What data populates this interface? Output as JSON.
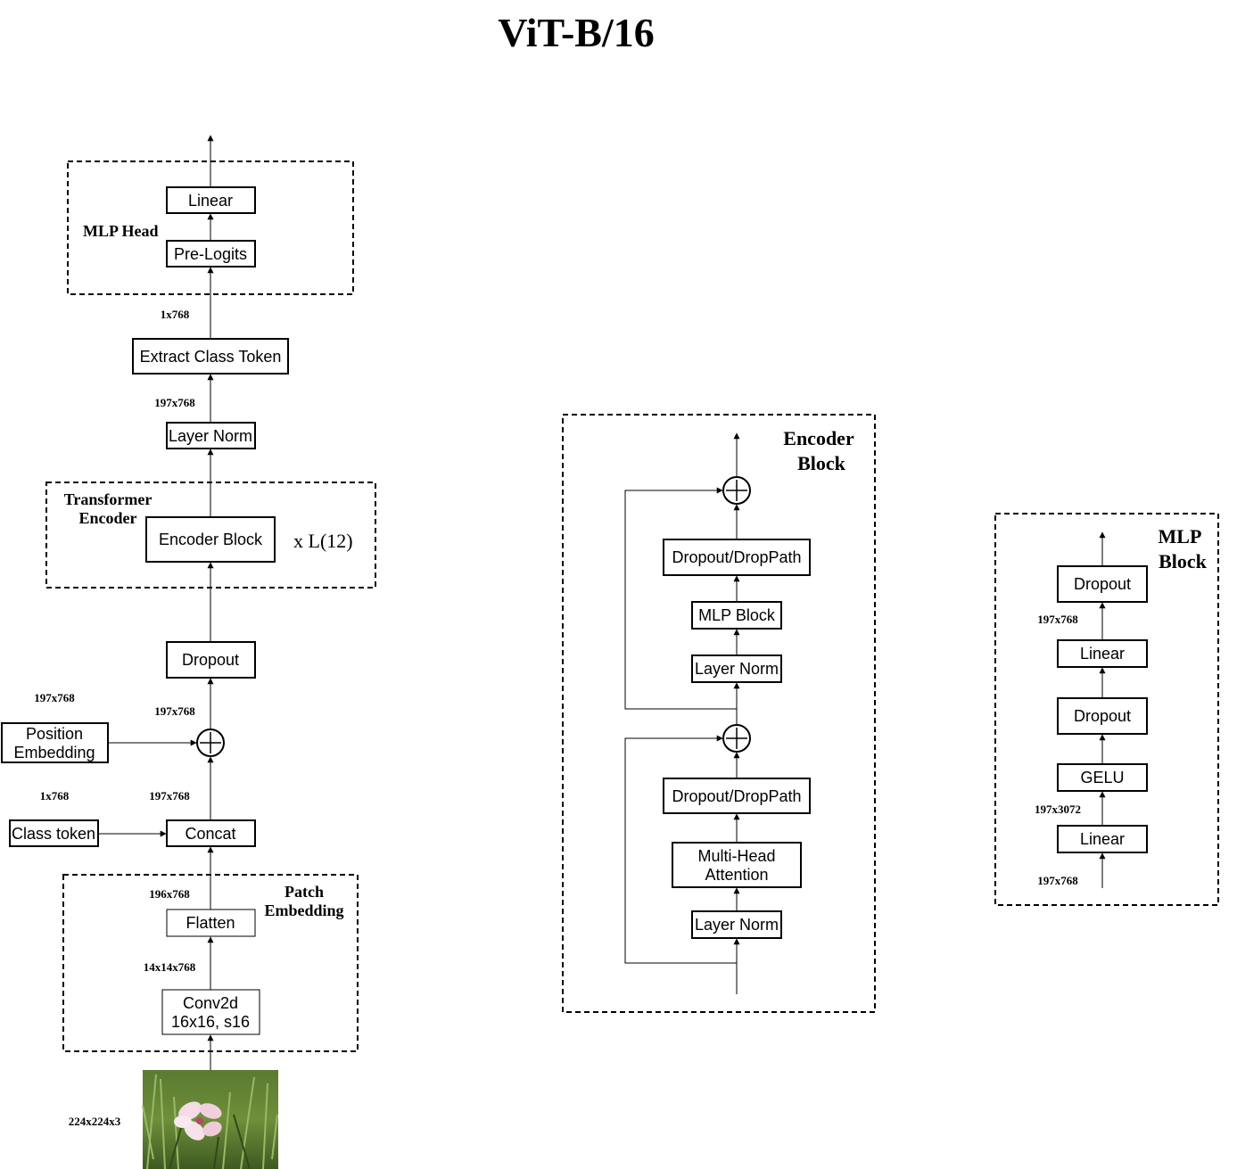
{
  "title": "ViT-B/16",
  "groups": {
    "mlp_head": "MLP Head",
    "transformer_encoder": [
      "Transformer",
      "Encoder"
    ],
    "patch_embedding": [
      "Patch",
      "Embedding"
    ],
    "encoder_block": [
      "Encoder",
      "Block"
    ],
    "mlp_block": [
      "MLP",
      "Block"
    ]
  },
  "main": {
    "linear": "Linear",
    "pre_logits": "Pre-Logits",
    "extract_class_token": "Extract Class Token",
    "layer_norm": "Layer Norm",
    "encoder_block": "Encoder Block",
    "repeat": "x L(12)",
    "dropout": "Dropout",
    "position_embedding": [
      "Position",
      "Embedding"
    ],
    "class_token": "Class token",
    "concat": "Concat",
    "flatten": "Flatten",
    "conv2d": [
      "Conv2d",
      "16x16, s16"
    ]
  },
  "dims": {
    "d_1x768_head": "1x768",
    "d_197x768_norm": "197x768",
    "d_197x768_posemb": "197x768",
    "d_197x768_add": "197x768",
    "d_1x768_cls": "1x768",
    "d_197x768_concat": "197x768",
    "d_196x768": "196x768",
    "d_14x14x768": "14x14x768",
    "d_224x224x3": "224x224x3"
  },
  "encoder": {
    "dropout_droppath_top": "Dropout/DropPath",
    "mlp_block": "MLP Block",
    "layer_norm_top": "Layer Norm",
    "dropout_droppath_bottom": "Dropout/DropPath",
    "mha": [
      "Multi-Head",
      "Attention"
    ],
    "layer_norm_bottom": "Layer Norm"
  },
  "mlp": {
    "dropout_top": "Dropout",
    "d_197x768_top": "197x768",
    "linear_top": "Linear",
    "dropout_mid": "Dropout",
    "gelu": "GELU",
    "d_197x3072": "197x3072",
    "linear_bottom": "Linear",
    "d_197x768_bottom": "197x768"
  },
  "colors": {
    "line": "#000000",
    "background": "#ffffff"
  }
}
